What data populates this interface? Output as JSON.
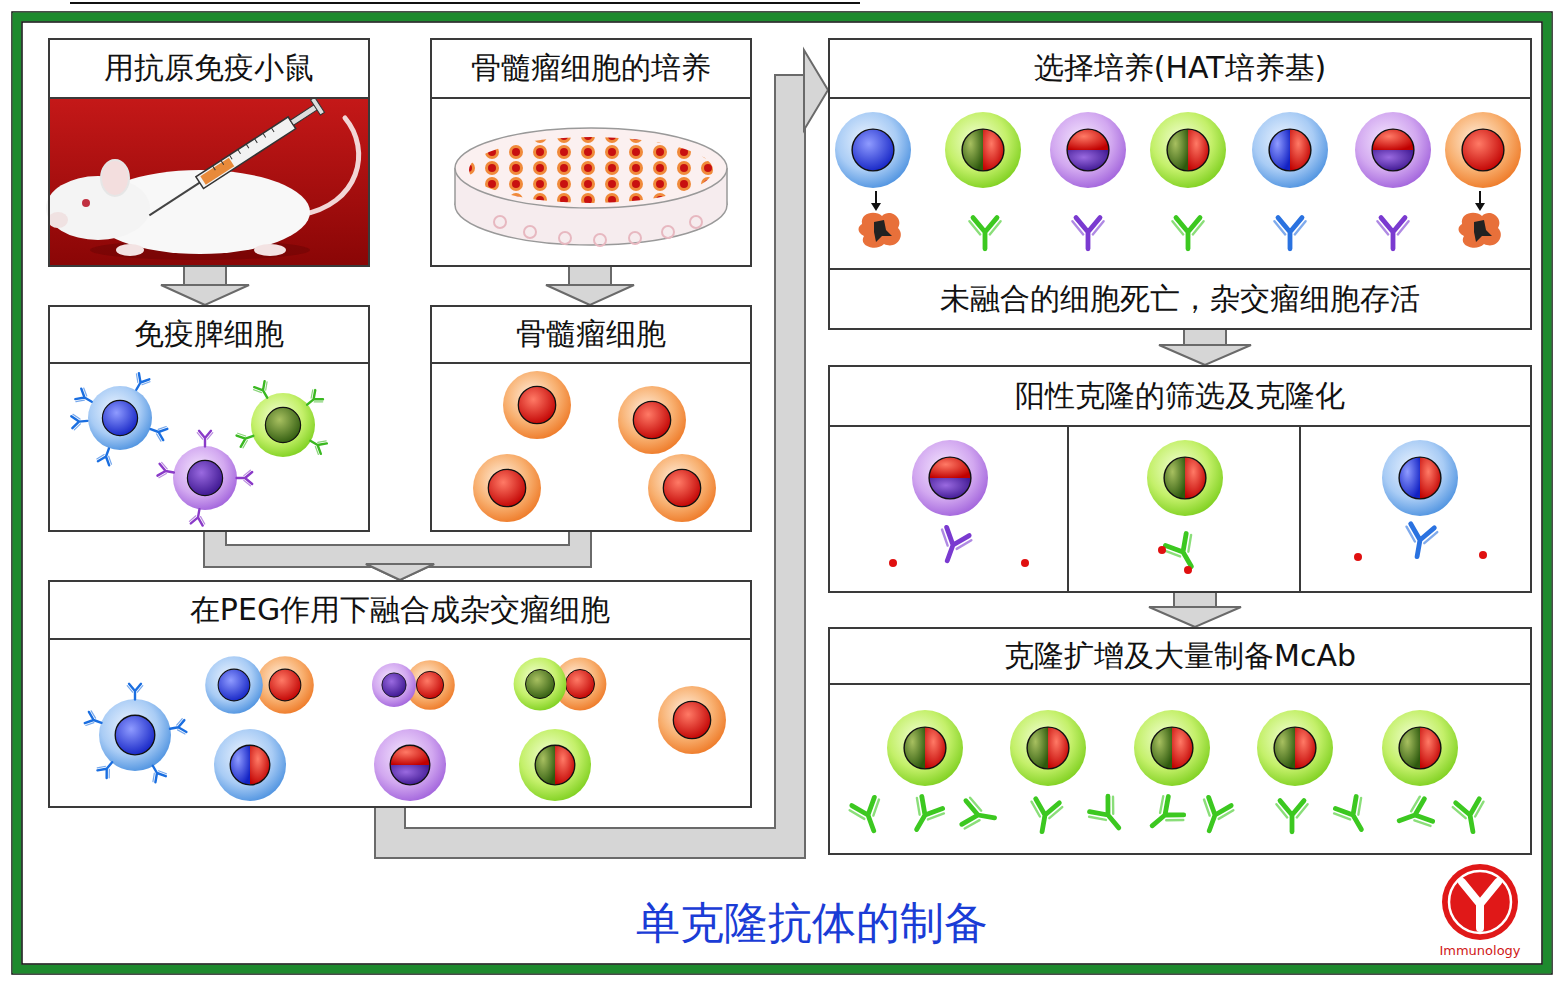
{
  "diagram": {
    "title": "单克隆抗体的制备",
    "nodes": [
      {
        "text": [
          "用抗原免疫小鼠"
        ]
      },
      {
        "text": [
          "骨髓瘤细胞的培养"
        ]
      },
      {
        "text": [
          "免疫脾细胞"
        ]
      },
      {
        "text": [
          "骨髓瘤细胞"
        ]
      },
      {
        "text": [
          "在PEG作用下融合成杂交瘤细胞"
        ]
      },
      {
        "text": [
          "选择培养(HAT培养基)",
          "未融合的细胞死亡，杂交瘤细胞存活"
        ]
      },
      {
        "text": [
          "阳性克隆的筛选及克隆化"
        ]
      },
      {
        "text": [
          "克隆扩增及大量制备McAb"
        ]
      }
    ],
    "edges": [
      {
        "from": 0,
        "to": 2,
        "arrow": "to"
      },
      {
        "from": 1,
        "to": 3,
        "arrow": "to"
      },
      {
        "from": 2,
        "to": 4,
        "arrow": "to"
      },
      {
        "from": 3,
        "to": 4,
        "arrow": "to"
      },
      {
        "from": 4,
        "to": 5,
        "arrow": "to"
      },
      {
        "from": 5,
        "to": 6,
        "arrow": "to"
      },
      {
        "from": 6,
        "to": 7,
        "arrow": "to"
      }
    ],
    "labels": [
      "Immunology"
    ]
  }
}
